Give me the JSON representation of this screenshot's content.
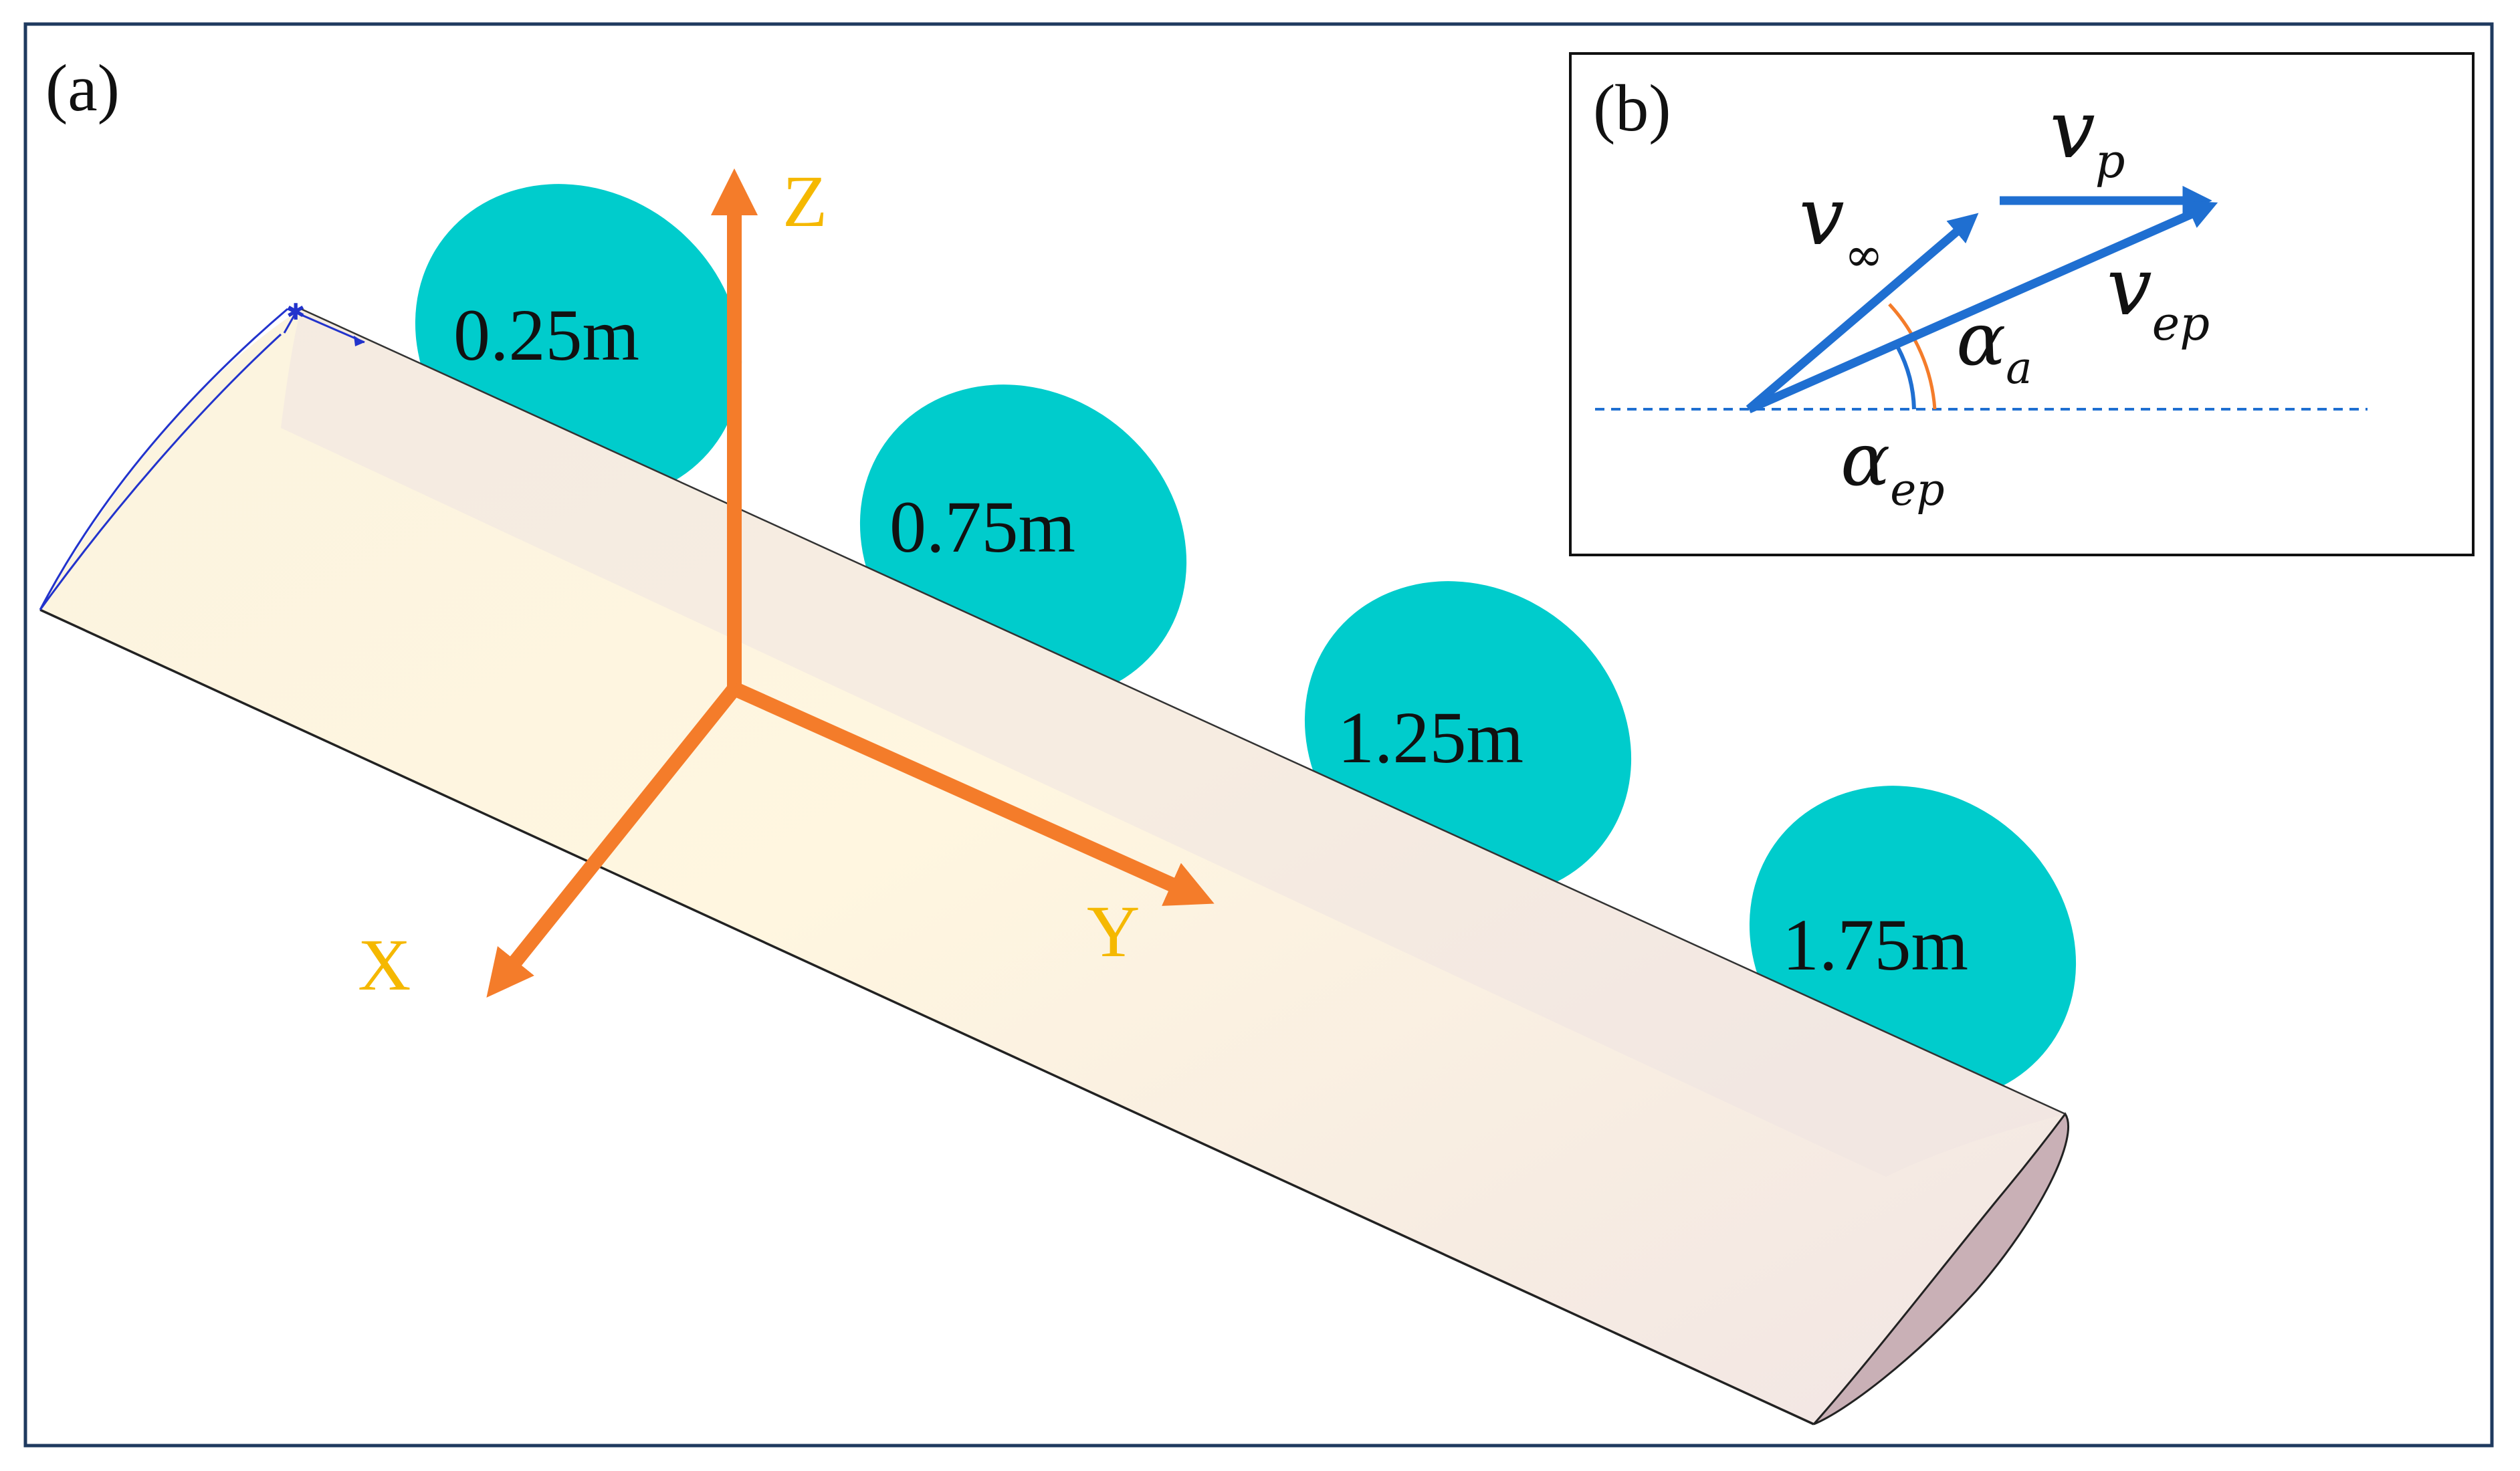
{
  "panels": {
    "a": {
      "label": "(a)"
    },
    "b": {
      "label": "(b)"
    }
  },
  "axes": {
    "z_label": "Z",
    "y_label": "Y",
    "x_label": "X",
    "color": "#f47c2a",
    "label_color": "#f5b800"
  },
  "stations": [
    {
      "label": "0.25m"
    },
    {
      "label": "0.75m"
    },
    {
      "label": "1.25m"
    },
    {
      "label": "1.75m"
    }
  ],
  "colors": {
    "propeller_disk": "#00cccc",
    "wing_surface_light": "#fff5d8",
    "wing_surface_dark": "#f2e6e4",
    "wing_tip": "#c9b0b6",
    "frame_border": "#1f3a5f",
    "vector_blue": "#1f6fd1",
    "arc_orange": "#f47c2a",
    "arc_blue": "#1f6fd1"
  },
  "vector_diagram": {
    "v_inf": {
      "base": "v",
      "sub": "∞"
    },
    "v_p": {
      "base": "v",
      "sub": "p"
    },
    "v_ep": {
      "base": "v",
      "sub": "ep"
    },
    "alpha_a": {
      "base": "α",
      "sub": "a"
    },
    "alpha_ep": {
      "base": "α",
      "sub": "ep"
    }
  }
}
